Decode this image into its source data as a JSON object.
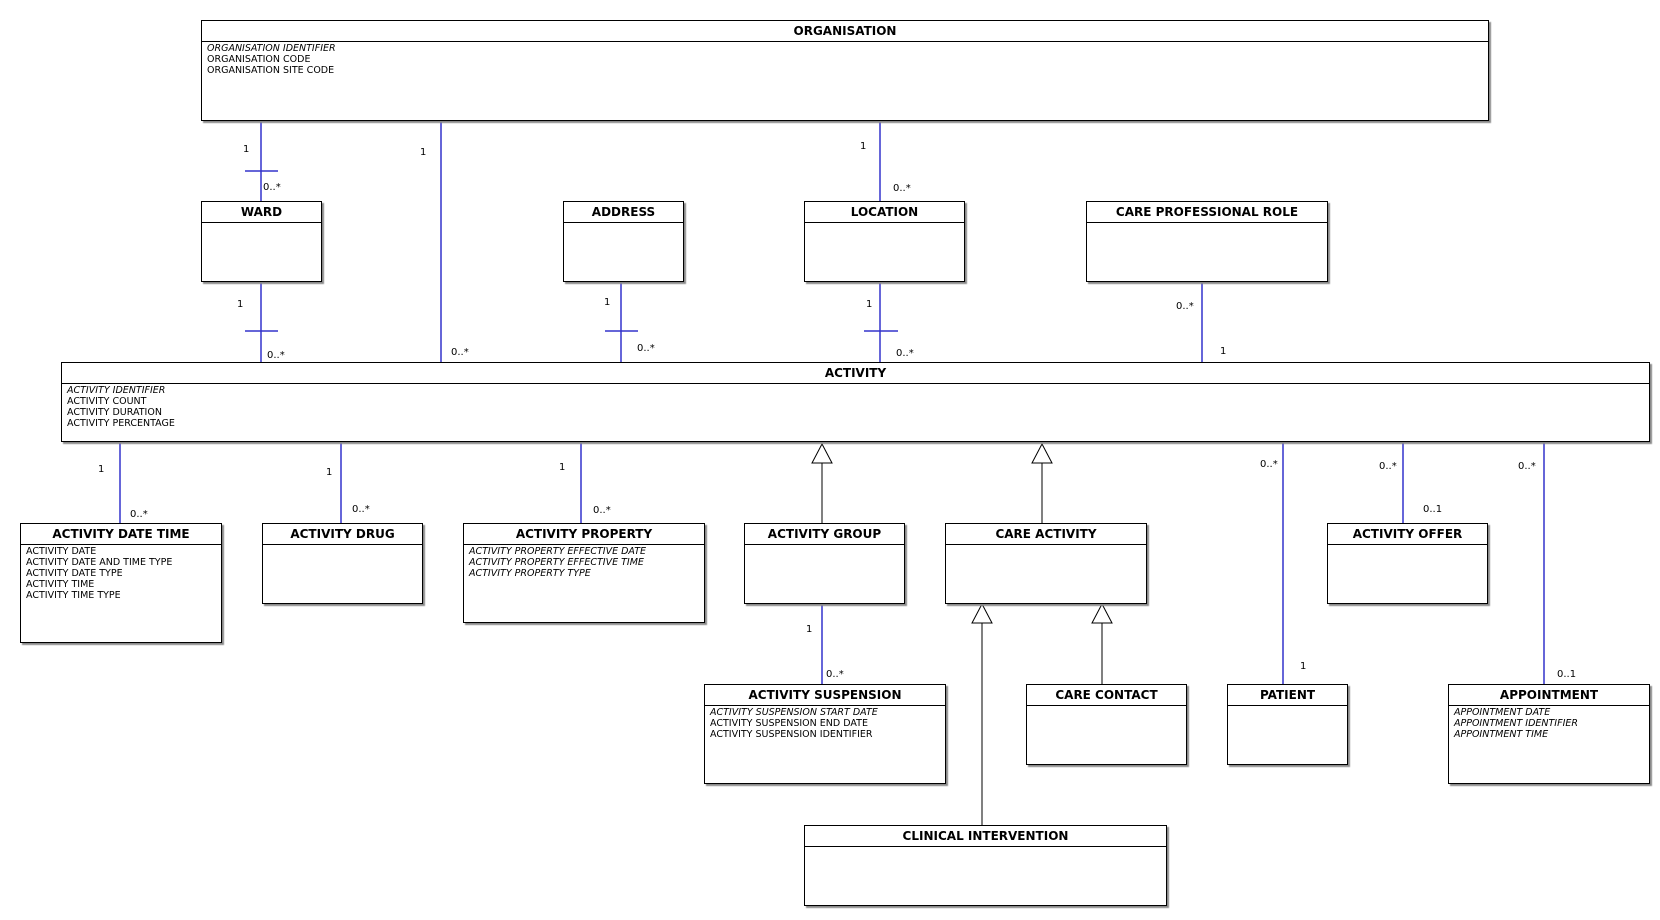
{
  "classes": {
    "organisation": {
      "name": "ORGANISATION",
      "attrs": [
        {
          "text": "ORGANISATION IDENTIFIER",
          "italic": true
        },
        {
          "text": "ORGANISATION CODE",
          "italic": false
        },
        {
          "text": "ORGANISATION SITE CODE",
          "italic": false
        }
      ]
    },
    "ward": {
      "name": "WARD",
      "attrs": []
    },
    "address": {
      "name": "ADDRESS",
      "attrs": []
    },
    "location": {
      "name": "LOCATION",
      "attrs": []
    },
    "care_professional_role": {
      "name": "CARE PROFESSIONAL ROLE",
      "attrs": []
    },
    "activity": {
      "name": "ACTIVITY",
      "attrs": [
        {
          "text": "ACTIVITY IDENTIFIER",
          "italic": true
        },
        {
          "text": "ACTIVITY COUNT",
          "italic": false
        },
        {
          "text": "ACTIVITY DURATION",
          "italic": false
        },
        {
          "text": "ACTIVITY PERCENTAGE",
          "italic": false
        }
      ]
    },
    "activity_date_time": {
      "name": "ACTIVITY DATE TIME",
      "attrs": [
        {
          "text": "ACTIVITY DATE",
          "italic": false
        },
        {
          "text": "ACTIVITY DATE AND TIME TYPE",
          "italic": false
        },
        {
          "text": "ACTIVITY DATE TYPE",
          "italic": false
        },
        {
          "text": "ACTIVITY TIME",
          "italic": false
        },
        {
          "text": "ACTIVITY TIME TYPE",
          "italic": false
        }
      ]
    },
    "activity_drug": {
      "name": "ACTIVITY DRUG",
      "attrs": []
    },
    "activity_property": {
      "name": "ACTIVITY PROPERTY",
      "attrs": [
        {
          "text": "ACTIVITY PROPERTY EFFECTIVE DATE",
          "italic": true
        },
        {
          "text": "ACTIVITY PROPERTY EFFECTIVE TIME",
          "italic": true
        },
        {
          "text": "ACTIVITY PROPERTY TYPE",
          "italic": true
        }
      ]
    },
    "activity_group": {
      "name": "ACTIVITY GROUP",
      "attrs": []
    },
    "care_activity": {
      "name": "CARE ACTIVITY",
      "attrs": []
    },
    "activity_offer": {
      "name": "ACTIVITY OFFER",
      "attrs": []
    },
    "activity_suspension": {
      "name": "ACTIVITY SUSPENSION",
      "attrs": [
        {
          "text": "ACTIVITY SUSPENSION START DATE",
          "italic": true
        },
        {
          "text": "ACTIVITY SUSPENSION END DATE",
          "italic": false
        },
        {
          "text": "ACTIVITY SUSPENSION IDENTIFIER",
          "italic": false
        }
      ]
    },
    "care_contact": {
      "name": "CARE CONTACT",
      "attrs": []
    },
    "patient": {
      "name": "PATIENT",
      "attrs": []
    },
    "appointment": {
      "name": "APPOINTMENT",
      "attrs": [
        {
          "text": "APPOINTMENT DATE",
          "italic": true
        },
        {
          "text": "APPOINTMENT IDENTIFIER",
          "italic": true
        },
        {
          "text": "APPOINTMENT TIME",
          "italic": true
        }
      ]
    },
    "clinical_intervention": {
      "name": "CLINICAL INTERVENTION",
      "attrs": []
    }
  },
  "relationships": [
    {
      "from": "organisation",
      "to": "ward",
      "from_mult": "1",
      "to_mult": "0..*"
    },
    {
      "from": "organisation",
      "to": "activity",
      "from_mult": "1",
      "to_mult": "0..*"
    },
    {
      "from": "organisation",
      "to": "location",
      "from_mult": "1",
      "to_mult": "0..*"
    },
    {
      "from": "ward",
      "to": "activity",
      "from_mult": "1",
      "to_mult": "0..*"
    },
    {
      "from": "address",
      "to": "activity",
      "from_mult": "1",
      "to_mult": "0..*"
    },
    {
      "from": "location",
      "to": "activity",
      "from_mult": "1",
      "to_mult": "0..*"
    },
    {
      "from": "care_professional_role",
      "to": "activity",
      "from_mult": "0..*",
      "to_mult": "1"
    },
    {
      "from": "activity",
      "to": "activity_date_time",
      "from_mult": "1",
      "to_mult": "0..*"
    },
    {
      "from": "activity",
      "to": "activity_drug",
      "from_mult": "1",
      "to_mult": "0..*"
    },
    {
      "from": "activity",
      "to": "activity_property",
      "from_mult": "1",
      "to_mult": "0..*"
    },
    {
      "from": "activity",
      "to": "patient",
      "from_mult": "0..*",
      "to_mult": "1"
    },
    {
      "from": "activity",
      "to": "activity_offer",
      "from_mult": "0..*",
      "to_mult": "0..1"
    },
    {
      "from": "activity",
      "to": "appointment",
      "from_mult": "0..*",
      "to_mult": "0..1"
    },
    {
      "from": "activity_group",
      "to": "activity_suspension",
      "from_mult": "1",
      "to_mult": "0..*"
    }
  ],
  "generalizations": [
    {
      "child": "activity_group",
      "parent": "activity"
    },
    {
      "child": "care_activity",
      "parent": "activity"
    },
    {
      "child": "clinical_intervention",
      "parent": "care_activity"
    },
    {
      "child": "care_contact",
      "parent": "care_activity"
    }
  ],
  "colors": {
    "line": "#3333cc",
    "border": "#000000",
    "shadow": "#8a8a8a"
  }
}
